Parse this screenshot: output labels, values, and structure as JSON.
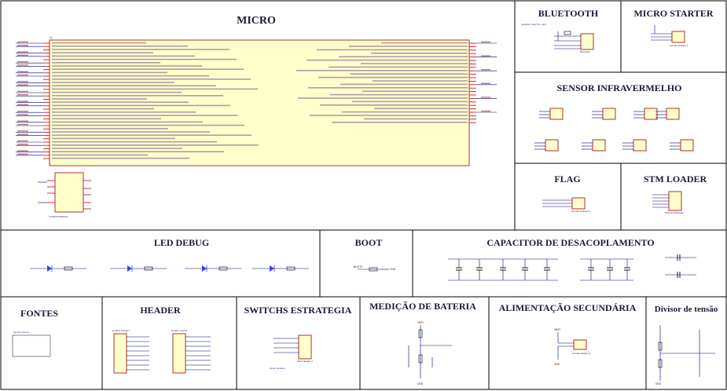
{
  "sections": {
    "micro": "MICRO",
    "bluetooth": "BLUETOOTH",
    "micro_starter": "MICRO STARTER",
    "sensor": "SENSOR INFRAVERMELHO",
    "flag": "FLAG",
    "stm_loader": "STM LOADER",
    "led_debug": "LED DEBUG",
    "boot": "BOOT",
    "capacitor": "CAPACITOR DE DESACOPLAMENTO",
    "fontes": "FONTES",
    "header": "HEADER",
    "switchs": "SWITCHS ESTRATEGIA",
    "bateria": "MEDIÇÃO DE BATERIA",
    "alimentacao": "ALIMENTAÇÃO SECUNDÁRIA",
    "divisor": "Divisor de tensão"
  },
  "labels": {
    "mcu_part": "STM32F405RGT6",
    "mcu_ref": "U1",
    "bt_part": "Bluetooth",
    "bt_note": "capacitor para 3V e gnd",
    "female_header": "Female Header 3",
    "female_header2": "Female Header 2",
    "female_header4": "Female Header 4",
    "male_header": "Male Header 4",
    "stm_loader_part": "STM Stm32loader",
    "header_left": "Header Header-L",
    "header_right": "Header Header",
    "switch_note": "pinos trocados",
    "fontes_note": "Symbol Source",
    "gnd": "GND",
    "v33": "3.3V",
    "vbat": "VBAT",
    "boot0": "BOOT0"
  }
}
